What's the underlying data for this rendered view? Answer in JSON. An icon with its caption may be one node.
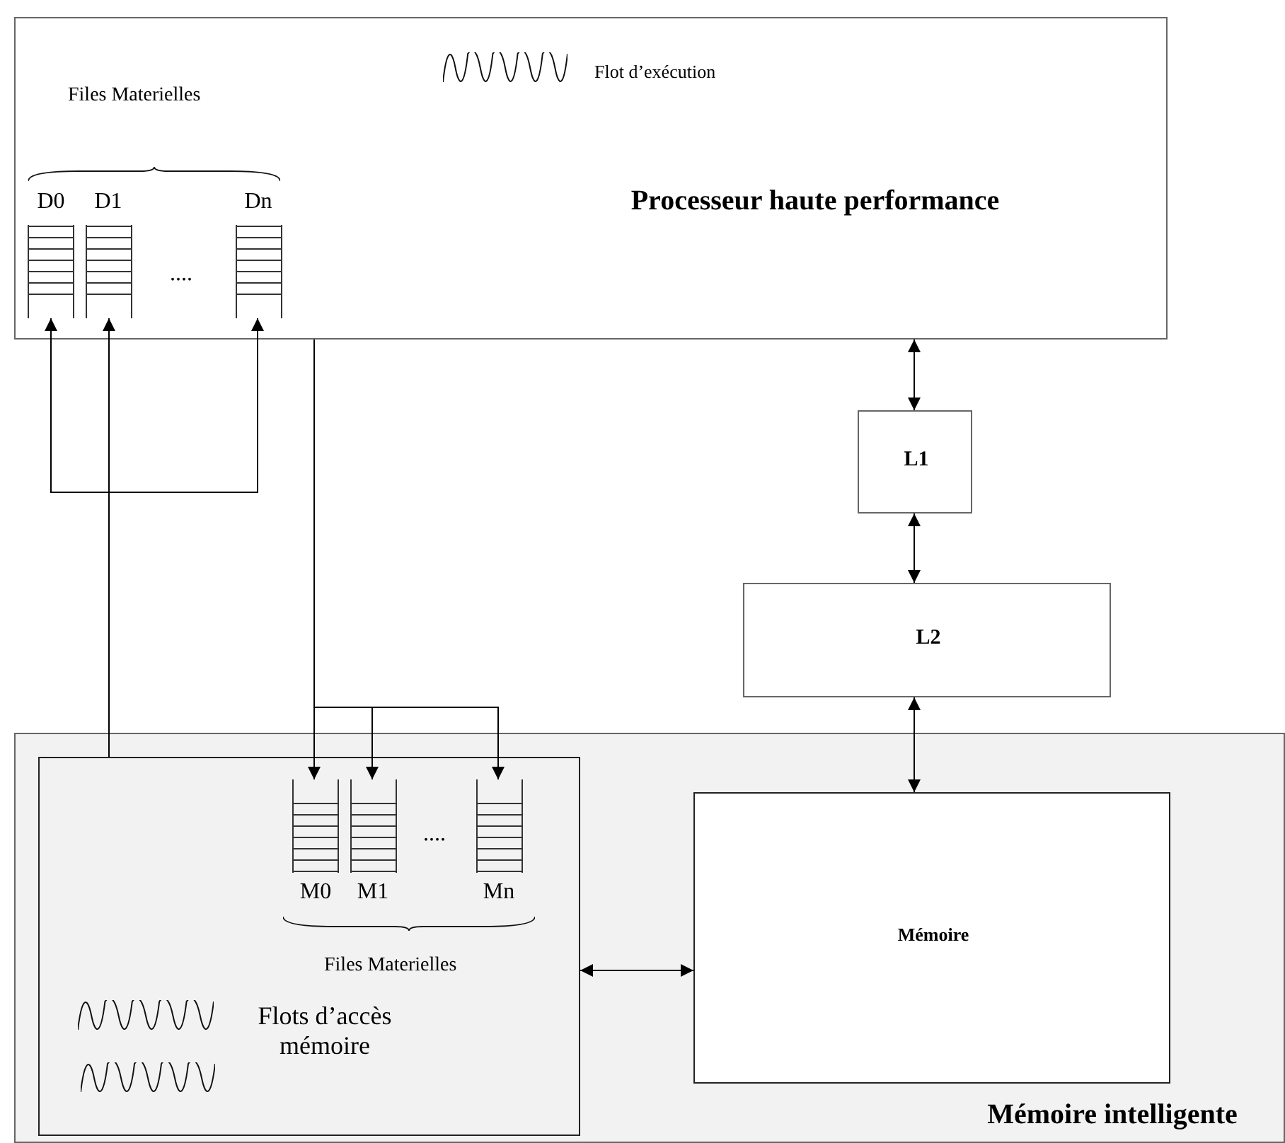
{
  "diagram": {
    "nodes": [
      {
        "text": [
          "Processeur haute performance"
        ]
      },
      {
        "text": [
          "D0"
        ],
        "in": 0
      },
      {
        "text": [
          "D1"
        ],
        "in": 0
      },
      {
        "text": [
          "Dn"
        ],
        "in": 0
      },
      {
        "text": [
          "L1"
        ]
      },
      {
        "text": [
          "L2"
        ]
      },
      {
        "text": [
          "Mémoire intelligente"
        ]
      },
      {
        "text": [
          "Flots d’accès mémoire"
        ],
        "in": 6
      },
      {
        "text": [
          "M0"
        ],
        "in": 7
      },
      {
        "text": [
          "M1"
        ],
        "in": 7
      },
      {
        "text": [
          "Mn"
        ],
        "in": 7
      },
      {
        "text": [
          "Mémoire"
        ],
        "in": 6
      }
    ],
    "edges": [
      {
        "from": 7,
        "to": 1,
        "arrow": "to"
      },
      {
        "from": 7,
        "to": 2,
        "arrow": "to"
      },
      {
        "from": 7,
        "to": 3,
        "arrow": "to"
      },
      {
        "from": 0,
        "to": 8,
        "arrow": "to"
      },
      {
        "from": 0,
        "to": 9,
        "arrow": "to"
      },
      {
        "from": 0,
        "to": 10,
        "arrow": "to"
      },
      {
        "from": 0,
        "to": 4,
        "arrow": "both"
      },
      {
        "from": 4,
        "to": 5,
        "arrow": "both"
      },
      {
        "from": 5,
        "to": 11,
        "arrow": "both"
      },
      {
        "from": 7,
        "to": 11,
        "arrow": "both"
      }
    ],
    "labels": [
      "Flot d’exécution",
      "Files Materielles",
      "....",
      "....",
      "Files Materielles"
    ]
  }
}
